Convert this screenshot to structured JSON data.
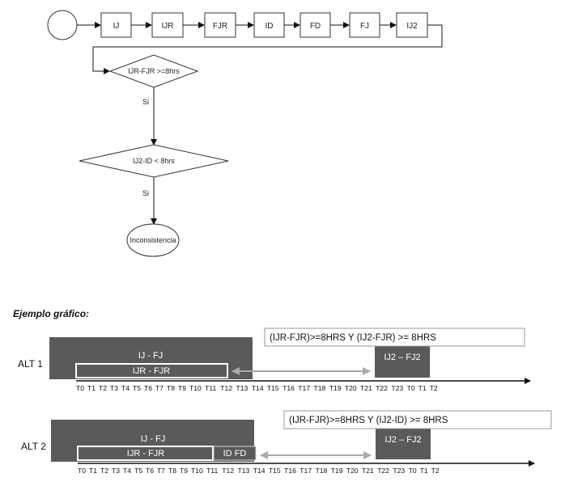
{
  "flowchart": {
    "steps": [
      "IJ",
      "IJR",
      "FJR",
      "ID",
      "FD",
      "FJ",
      "IJ2"
    ],
    "decision1": "IJR-FJR >=8hrs",
    "yes1": "Si",
    "decision2": "IJ2-ID < 8hrs",
    "yes2": "Si",
    "end": "Inconsistencia"
  },
  "example_title": "Ejemplo gráfico:",
  "alt1": {
    "label": "ALT 1",
    "outer_bar": "IJ - FJ",
    "inner_bar": "IJR - FJR",
    "end_bar": "IJ2 – FJ2",
    "condition": "(IJR-FJR)>=8HRS  Y (IJ2-FJR) >= 8HRS"
  },
  "alt2": {
    "label": "ALT 2",
    "outer_bar": "IJ - FJ",
    "inner_bar": "IJR - FJR",
    "idfd_bar": "ID FD",
    "end_bar": "IJ2 – FJ2",
    "condition": "(IJR-FJR)>=8HRS  Y (IJ2-ID) >= 8HRS"
  },
  "ticks": [
    "T0",
    "T1",
    "T2",
    "T3",
    "T4",
    "T5",
    "T6",
    "T7",
    "T8",
    "T9",
    "T10",
    "T11",
    "T12",
    "T13",
    "T14",
    "T15",
    "T16",
    "T17",
    "T18",
    "T19",
    "T20",
    "T21",
    "T22",
    "T23",
    "T0",
    "T1",
    "T2"
  ],
  "colors": {
    "dark_bar": "#5a5a5a",
    "arrow_gray": "#aaaaaa"
  }
}
